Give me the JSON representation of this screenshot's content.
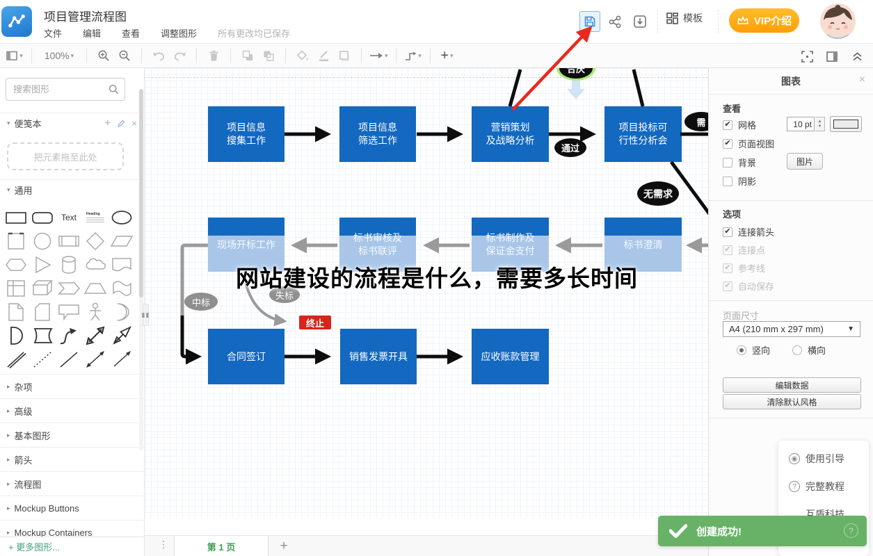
{
  "header": {
    "title": "项目管理流程图",
    "menu": [
      "文件",
      "编辑",
      "查看",
      "调整图形"
    ],
    "autosave": "所有更改均已保存",
    "template_label": "模板",
    "vip_label": "VIP介绍",
    "zoom": "100%"
  },
  "sidebar": {
    "search_placeholder": "搜索图形",
    "scrapbook_title": "便笺本",
    "dropzone": "把元素拖至此处",
    "general_title": "通用",
    "text_shape": "Text",
    "heading_shape": "Heading",
    "categories": [
      "杂项",
      "高级",
      "基本图形",
      "箭头",
      "流程图",
      "Mockup Buttons",
      "Mockup Containers"
    ],
    "more_shapes": "+ 更多图形..."
  },
  "canvas": {
    "watermark": "网站建设的流程是什么，需要多长时间",
    "nodes": {
      "t1": "项目信息\n搜集工作",
      "t2": "项目信息\n筛选工作",
      "t3": "营销策划\n及战略分析",
      "t4": "项目投标可\n行性分析会",
      "m1": "现场开标工作",
      "m2": "标书审核及\n标书联评",
      "m3": "标书制作及\n保证金支付",
      "m4": "标书澄清",
      "b1": "合同签订",
      "b2": "销售发票开具",
      "b3": "应收账款管理"
    },
    "labels": {
      "pass": "通过",
      "need": "需",
      "no_need": "无需求",
      "win": "中标",
      "lose": "失标",
      "terminate": "终止",
      "top_partial": "合庆"
    }
  },
  "panel": {
    "title": "图表",
    "view_title": "查看",
    "grid_label": "网格",
    "grid_size": "10 pt",
    "page_view_label": "页面视图",
    "background_label": "背景",
    "image_button": "图片",
    "shadow_label": "阴影",
    "options_title": "选项",
    "connect_arrow": "连接箭头",
    "connect_point": "连接点",
    "guides": "参考线",
    "autosave": "自动保存",
    "page_size_title": "页面尺寸",
    "page_size_value": "A4 (210 mm x 297 mm)",
    "portrait": "竖向",
    "landscape": "横向",
    "edit_data": "编辑数据",
    "clear_style": "清除默认风格",
    "help_items": [
      "使用引导",
      "完整教程",
      "互盾科技"
    ]
  },
  "footer": {
    "page_tab": "第 1 页"
  },
  "toast": {
    "message": "创建成功!"
  }
}
